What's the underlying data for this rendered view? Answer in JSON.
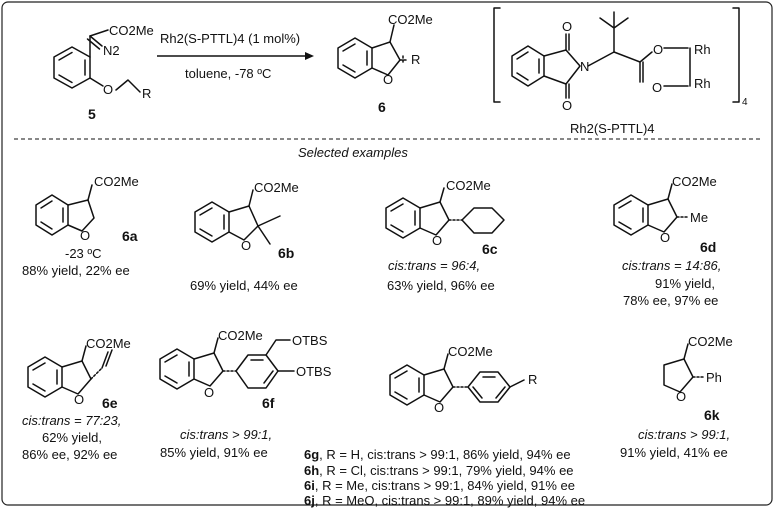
{
  "header": {
    "catalyst": "Rh2(S-PTTL)4 (1 mol%)",
    "conditions": "toluene, -78 ºC",
    "compound_start": "5",
    "compound_product": "6",
    "catalyst_name": "Rh2(S-PTTL)4",
    "subscript_4": "4"
  },
  "section_title": "Selected examples",
  "atoms": {
    "co2me": "CO2Me",
    "n2": "N2",
    "o": "O",
    "r": "R",
    "n": "N",
    "rh": "Rh",
    "me": "Me",
    "ph": "Ph",
    "otbs": "OTBS"
  },
  "examples": [
    {
      "id": "6a",
      "lines": [
        "-23 ºC",
        "88% yield, 22% ee"
      ]
    },
    {
      "id": "6b",
      "lines": [
        "69% yield, 44% ee"
      ]
    },
    {
      "id": "6c",
      "lines": [
        "cis:trans = 96:4,",
        "63% yield, 96% ee"
      ]
    },
    {
      "id": "6d",
      "lines": [
        "cis:trans = 14:86,",
        "91% yield,",
        "78% ee, 97% ee"
      ]
    },
    {
      "id": "6e",
      "lines": [
        "cis:trans = 77:23,",
        "62% yield,",
        "86% ee, 92% ee"
      ]
    },
    {
      "id": "6f",
      "lines": [
        "cis:trans > 99:1,",
        "85% yield, 91% ee"
      ]
    },
    {
      "id": "6k",
      "lines": [
        "cis:trans > 99:1,",
        "91% yield, 41% ee"
      ]
    }
  ],
  "aryl_series": [
    {
      "id": "6g",
      "text": ", R = H, cis:trans > 99:1, 86% yield, 94% ee"
    },
    {
      "id": "6h",
      "text": ", R = Cl, cis:trans > 99:1, 79% yield, 94% ee"
    },
    {
      "id": "6i",
      "text": ", R = Me, cis:trans > 99:1, 84% yield, 91% ee"
    },
    {
      "id": "6j",
      "text": ", R = MeO, cis:trans > 99:1, 89% yield, 94% ee"
    }
  ]
}
